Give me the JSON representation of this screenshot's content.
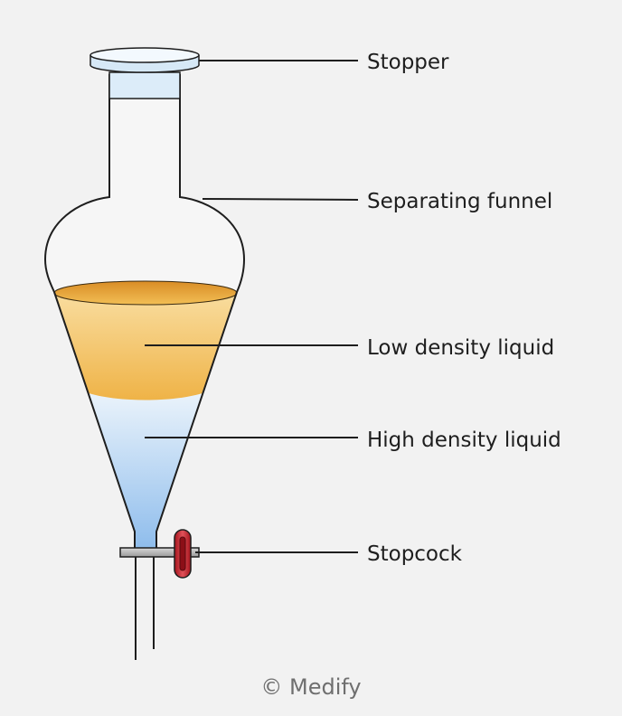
{
  "labels": {
    "stopper": "Stopper",
    "separating_funnel": "Separating funnel",
    "low_density_liquid": "Low density liquid",
    "high_density_liquid": "High density liquid",
    "stopcock": "Stopcock"
  },
  "credit": "© Medify",
  "colors": {
    "background": "#f2f2f2",
    "low_density_liquid": "#f0b64a",
    "high_density_liquid": "#9cc6ef",
    "stopper": "#e4f1fb",
    "stopcock_handle": "#c8232e",
    "stopcock_valve": "#b5b5b5"
  }
}
